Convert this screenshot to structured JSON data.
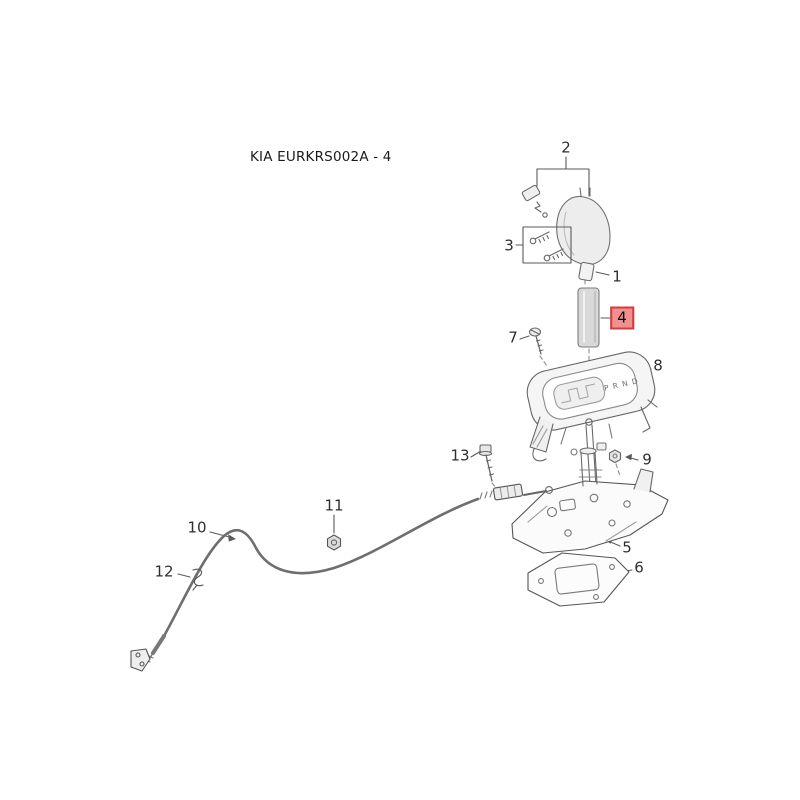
{
  "title": "KIA EURKRS002A - 4",
  "diagram": {
    "panel_markings": "P R N D",
    "highlight_fill": "#f28f8f",
    "highlight_border": "#d23c3c",
    "line_color": "#5a5a5a"
  },
  "parts": {
    "p1": {
      "label": "1"
    },
    "p2": {
      "label": "2"
    },
    "p3": {
      "label": "3"
    },
    "p4": {
      "label": "4",
      "highlighted": true
    },
    "p5": {
      "label": "5"
    },
    "p6": {
      "label": "6"
    },
    "p7": {
      "label": "7"
    },
    "p8": {
      "label": "8"
    },
    "p9": {
      "label": "9"
    },
    "p10": {
      "label": "10"
    },
    "p11": {
      "label": "11"
    },
    "p12": {
      "label": "12"
    },
    "p13": {
      "label": "13"
    }
  }
}
